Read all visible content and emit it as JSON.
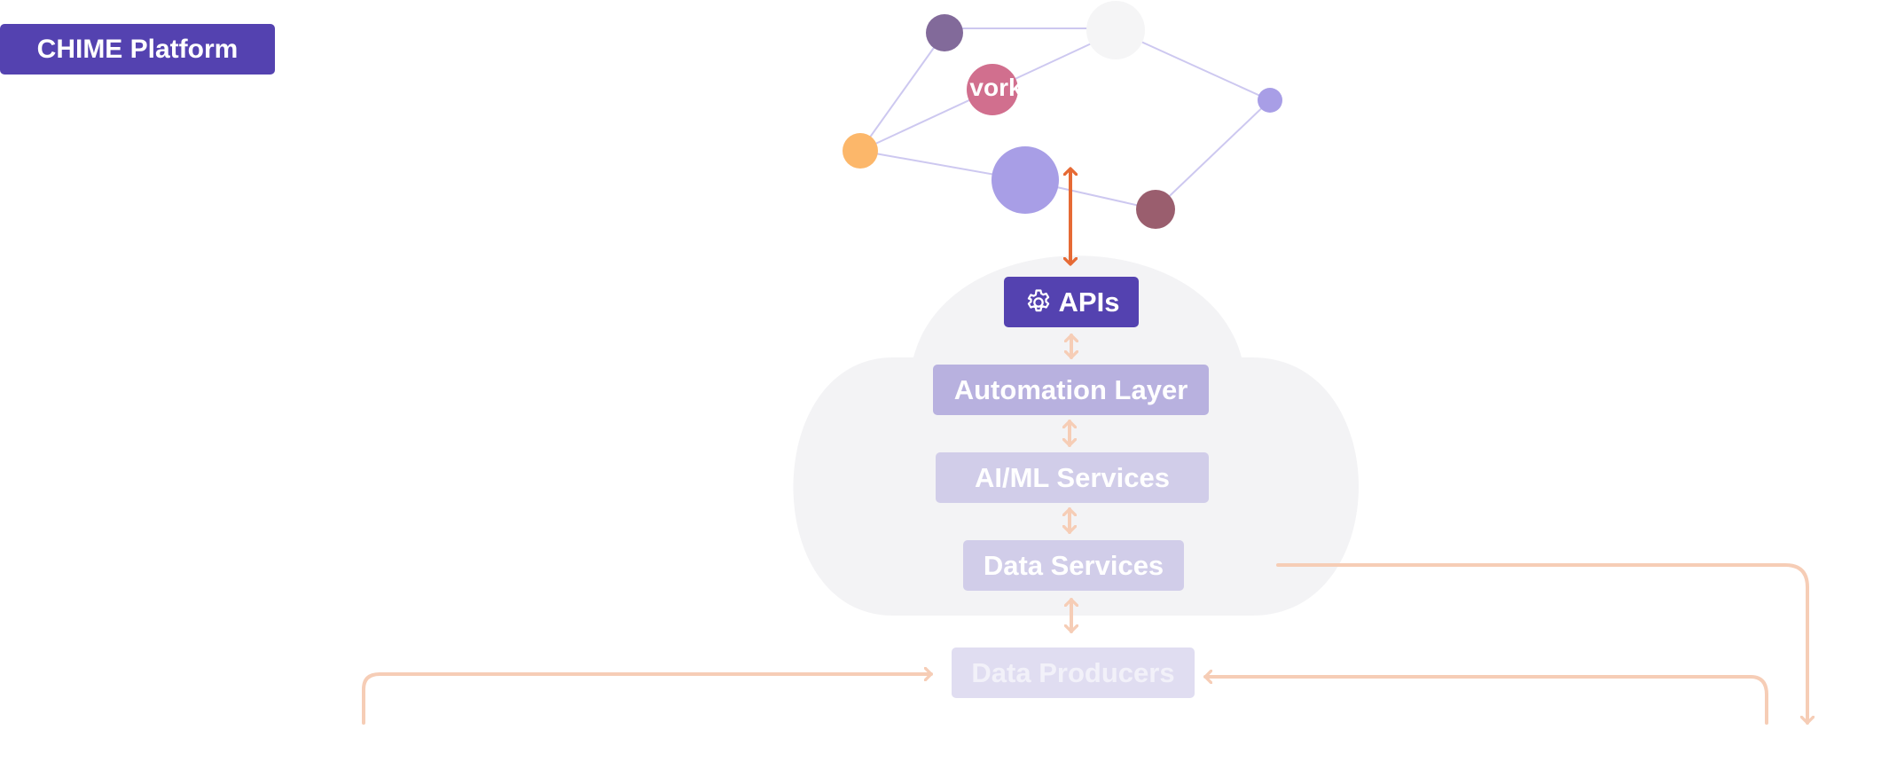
{
  "header": {
    "platform_label": "CHIME Platform"
  },
  "network": {
    "node_label_fragment": "vork"
  },
  "layers": {
    "apis": "APIs",
    "automation": "Automation Layer",
    "aiml": "AI/ML Services",
    "data_services": "Data Services",
    "data_producers": "Data Producers"
  },
  "icons": {
    "apis_icon": "gear-icon"
  },
  "colors": {
    "brand_purple": "#5442b0",
    "automation_fill": "#b8b1df",
    "services_fill": "#d1cde9",
    "producers_fill": "#e0ddf1",
    "api_arrow": "#e66a35",
    "flow_arrow": "#f6cdb6",
    "cloud_fill": "#f3f3f5",
    "network_edge": "#cdc8f0",
    "node_colors": [
      "#826a9a",
      "#f5f5f6",
      "#d16f8e",
      "#a89ee6",
      "#fcb76a",
      "#a89ee6",
      "#9a5e6e"
    ]
  }
}
